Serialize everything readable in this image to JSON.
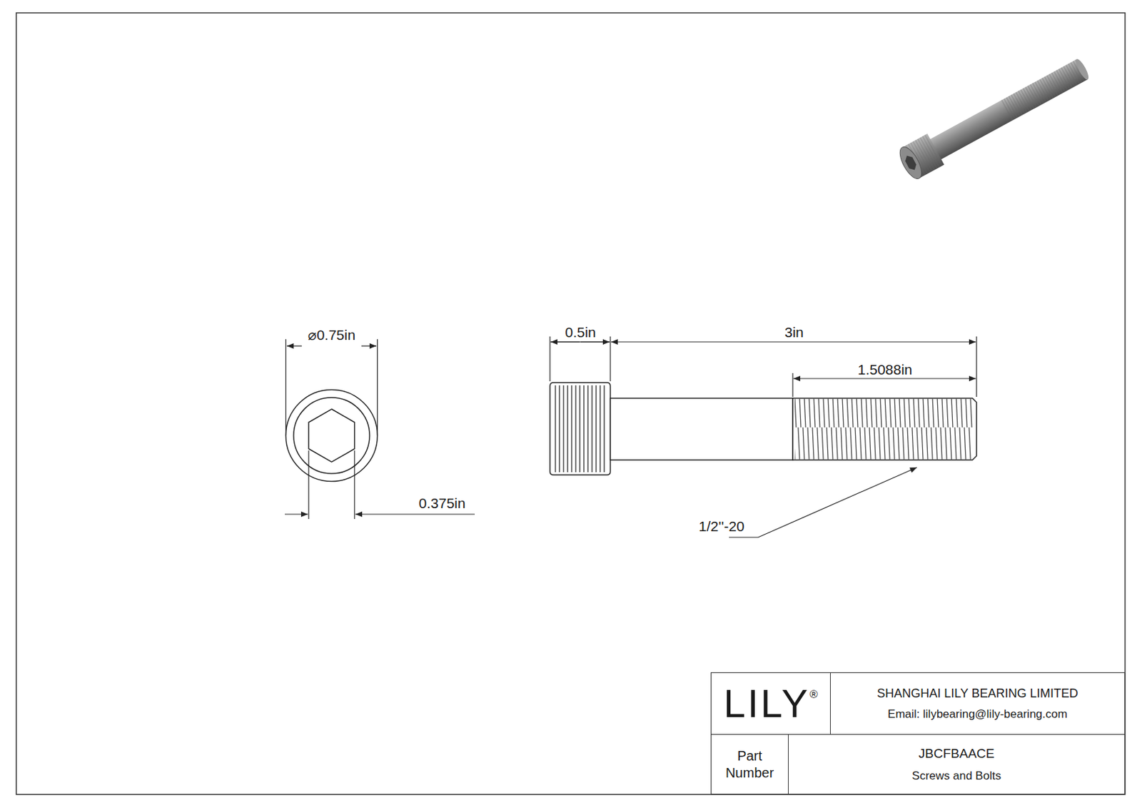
{
  "diagram": {
    "nodes": [
      {
        "text": [
          "LILY",
          "®"
        ]
      },
      {
        "text": [
          "SHANGHAI LILY BEARING LIMITED",
          "Email: lilybearing@lily-bearing.com"
        ]
      },
      {
        "text": [
          "Part Number"
        ]
      },
      {
        "text": [
          "JBCFBAACE",
          "Screws and Bolts"
        ]
      }
    ],
    "labels": [
      "⌀0.75in",
      "0.375in",
      "0.5in",
      "3in",
      "1.5088in",
      "1/2''-20"
    ]
  }
}
